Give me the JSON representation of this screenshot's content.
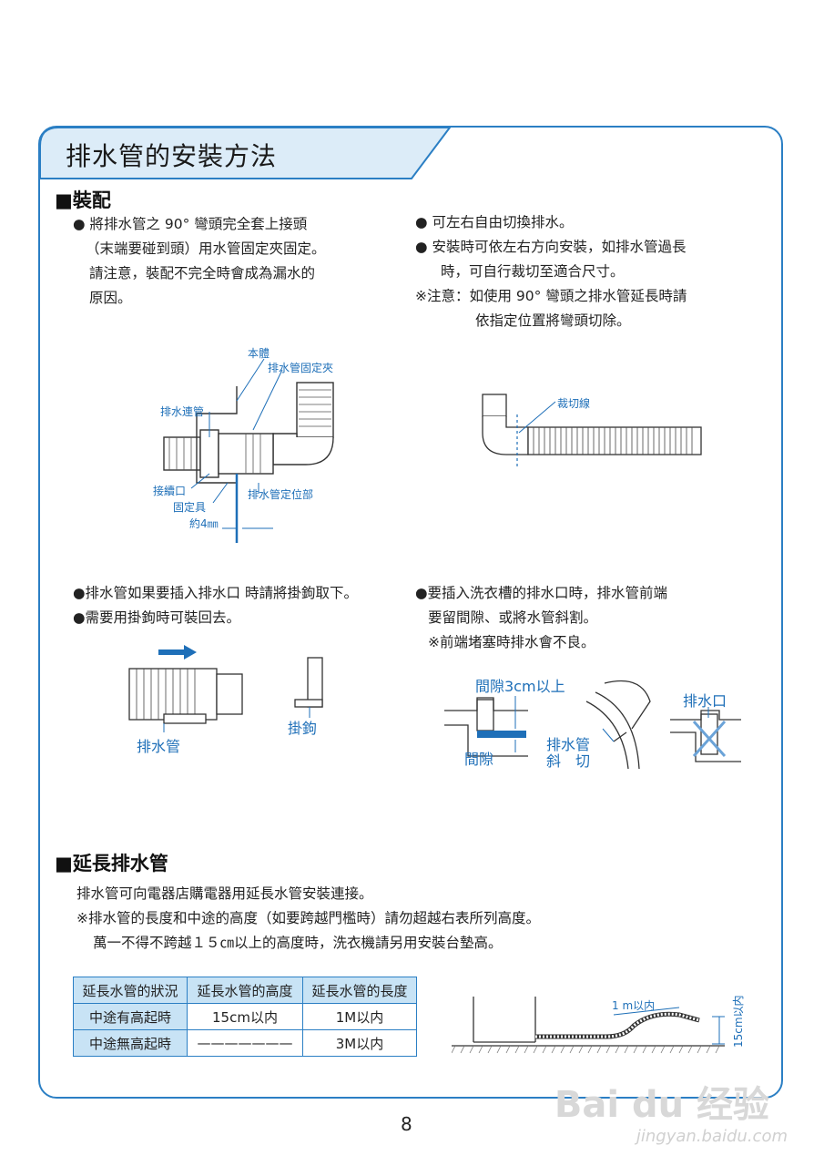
{
  "section_title": "排水管的安裝方法",
  "assembly": {
    "heading": "■裝配",
    "left_text": [
      "●  將排水管之 90°  彎頭完全套上接頭",
      "（末端要碰到頭）用水管固定夾固定。",
      "請注意，裝配不完全時會成為漏水的",
      "原因。"
    ],
    "right_text": [
      "●  可左右自由切換排水。",
      "●  安裝時可依左右方向安裝，如排水管過長",
      "時，可自行裁切至適合尺寸。",
      "※注意：如使用 90°  彎頭之排水管延長時請",
      "依指定位置將彎頭切除。"
    ],
    "diagram_labels": {
      "body": "本體",
      "clamp": "排水管固定夾",
      "drain_connector": "排水連管",
      "joint": "接續口",
      "fixture": "固定具",
      "approx": "約4㎜",
      "locator": "排水管定位部",
      "cut_line": "裁切線"
    }
  },
  "hook": {
    "left_text": [
      "●排水管如果要插入排水口 時請將掛鉤取下。",
      "●需要用掛鉤時可裝回去。"
    ],
    "right_text": [
      "●要插入洗衣槽的排水口時，排水管前端",
      "要留間隙、或將水管斜割。",
      "※前端堵塞時排水會不良。"
    ],
    "labels": {
      "hose": "排水管",
      "hook": "掛鉤",
      "gap_3cm": "間隙3cm以上",
      "gap": "間隙",
      "hose_cut_1": "排水管",
      "hose_cut_2": "斜　切",
      "outlet": "排水口"
    }
  },
  "extension": {
    "heading": "■延長排水管",
    "text": [
      "排水管可向電器店購電器用延長水管安裝連接。",
      "※排水管的長度和中途的高度（如要跨越門檻時）請勿超越右表所列高度。",
      "萬一不得不跨越１５㎝以上的高度時，洗衣機請另用安裝台墊高。"
    ],
    "table": {
      "headers": [
        "延長水管的狀況",
        "延長水管的高度",
        "延長水管的長度"
      ],
      "rows": [
        [
          "中途有高起時",
          "15cm以内",
          "1M以内"
        ],
        [
          "中途無高起時",
          "———————",
          "3M以内"
        ]
      ]
    },
    "diagram_labels": {
      "length": "1 m以内",
      "height": "15cm以内"
    }
  },
  "page_number": "8",
  "watermark": "Bai du 经验",
  "watermark_url": "jingyan.baidu.com",
  "colors": {
    "accent": "#2b7fc4",
    "tab": "#dcecf8"
  }
}
